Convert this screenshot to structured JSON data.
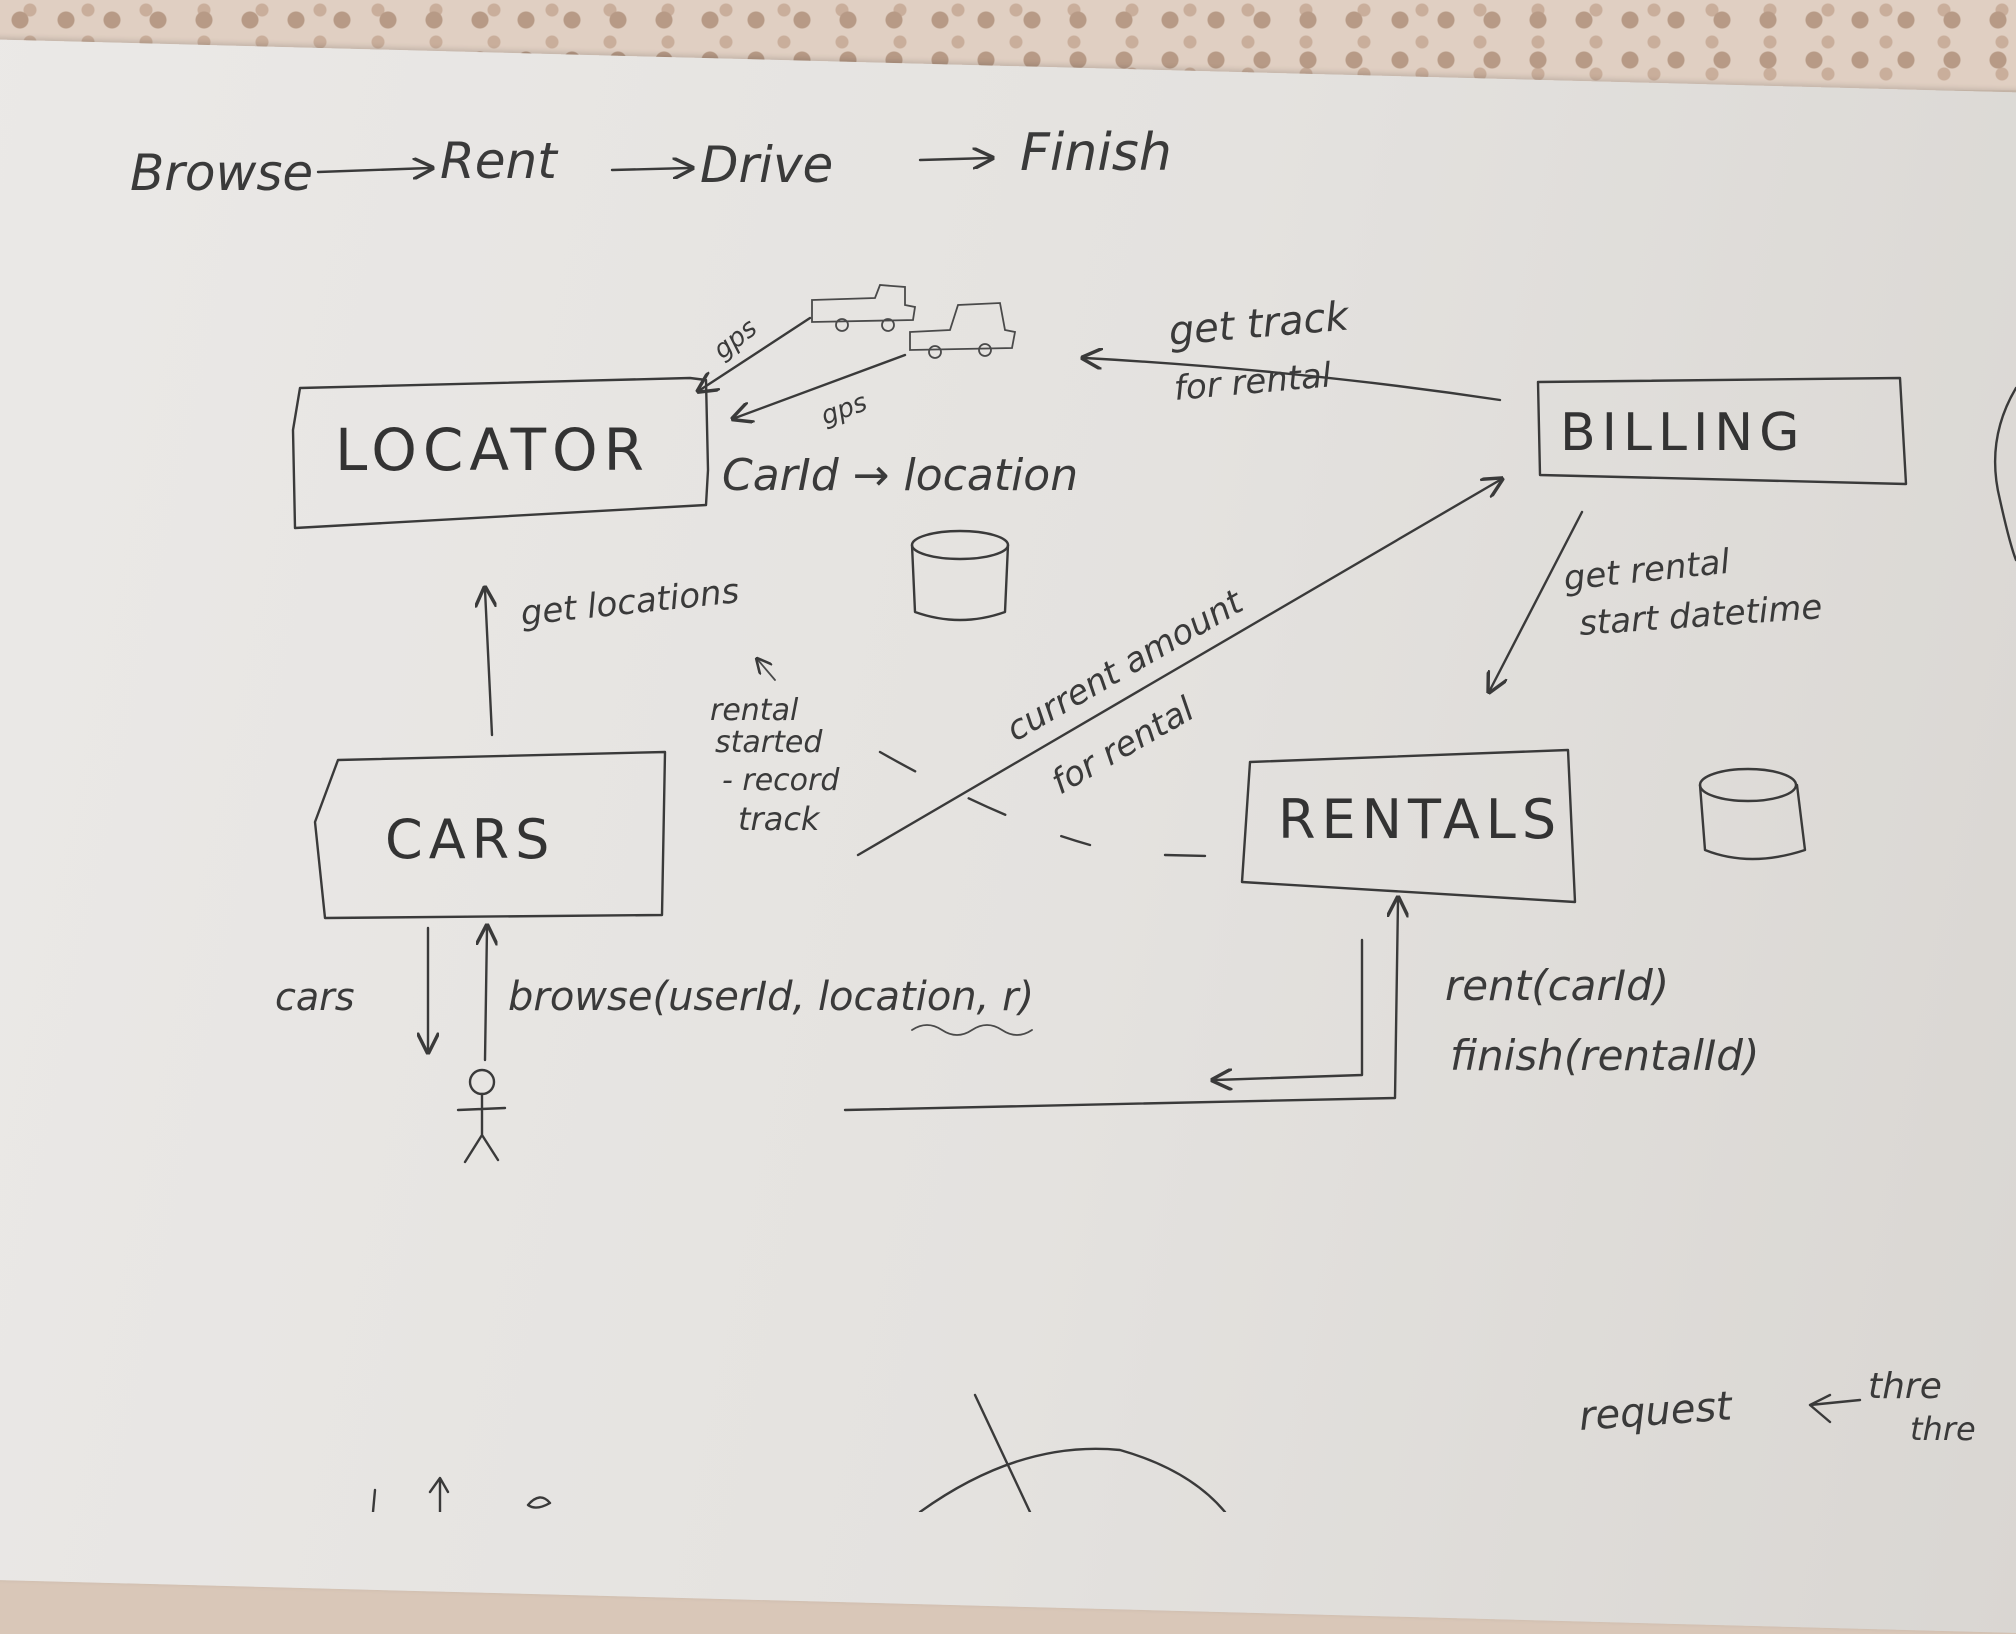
{
  "flow": {
    "steps": [
      "Browse",
      "Rent",
      "Drive",
      "Finish"
    ]
  },
  "components": {
    "locator": "LOCATOR",
    "billing": "BILLING",
    "cars": "CARS",
    "rentals": "RENTALS"
  },
  "edges": {
    "gps_1": "gps",
    "gps_2": "gps",
    "get_track": "get track",
    "get_track_2": "for rental",
    "carid_location": "CarId → location",
    "get_locations": "get locations",
    "rental_started_1": "rental",
    "rental_started_2": "started",
    "rental_started_3": "- record",
    "rental_started_4": "track",
    "current_amount_1": "current amount",
    "current_amount_2": "for rental",
    "get_rental_1": "get rental",
    "get_rental_2": "start datetime",
    "cars_label": "cars",
    "browse_call": "browse(userId, location, r)",
    "rent_call": "rent(carId)",
    "finish_call": "finish(rentalId)"
  },
  "margin_notes": {
    "request": "request",
    "thr_1": "thre",
    "thr_2": "thre"
  },
  "colors": {
    "ink": "#3a3a3a",
    "paper": "#e8e6e3",
    "tablecloth": "#d9c7b8"
  }
}
